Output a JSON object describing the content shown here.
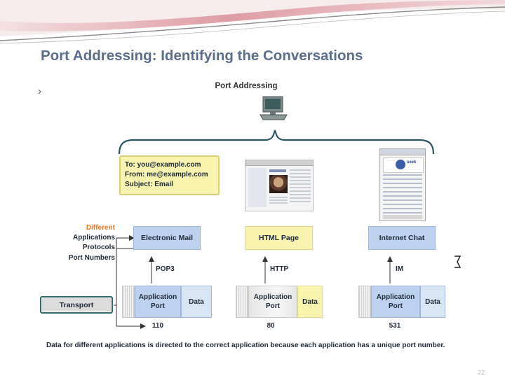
{
  "slide": {
    "title": "Port Addressing: Identifying the Conversations",
    "page_number": "22"
  },
  "diagram": {
    "title": "Port Addressing",
    "left_labels": {
      "different": "Different",
      "applications": "Applications",
      "protocols": "Protocols",
      "port_numbers": "Port Numbers"
    },
    "transport_label": "Transport",
    "email_card": {
      "to": "To: you@example.com",
      "from": "From: me@example.com",
      "subject": "Subject: Email"
    },
    "apps": [
      {
        "name": "Electronic Mail",
        "protocol": "POP3",
        "port_number": "110"
      },
      {
        "name": "HTML Page",
        "protocol": "HTTP",
        "port_number": "80"
      },
      {
        "name": "Internet Chat",
        "protocol": "IM",
        "port_number": "531"
      }
    ],
    "segment": {
      "app_port_label": "Application Port",
      "data_label": "Data"
    },
    "chat_screen": {
      "logo_text": "seek"
    },
    "caption": "Data for different applications is directed to the correct application because each application has a unique port number."
  },
  "colors": {
    "title": "#5a6e8c",
    "blue_box": "#bcd2ee",
    "yellow_box": "#f9f3b0",
    "arrow": "#e87722",
    "different_label": "#e87722"
  }
}
